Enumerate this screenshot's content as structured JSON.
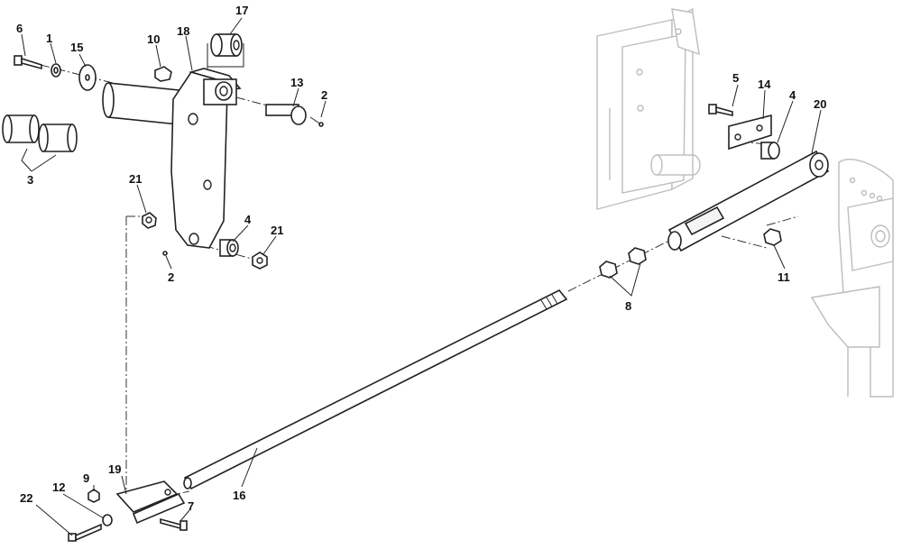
{
  "callouts": {
    "c1": "1",
    "c2a": "2",
    "c2b": "2",
    "c3": "3",
    "c4a": "4",
    "c4b": "4",
    "c5": "5",
    "c6": "6",
    "c7": "7",
    "c8": "8",
    "c9": "9",
    "c10": "10",
    "c11": "11",
    "c12": "12",
    "c13": "13",
    "c14": "14",
    "c15": "15",
    "c16": "16",
    "c17": "17",
    "c18": "18",
    "c19": "19",
    "c20": "20",
    "c21a": "21",
    "c21b": "21",
    "c22": "22"
  }
}
